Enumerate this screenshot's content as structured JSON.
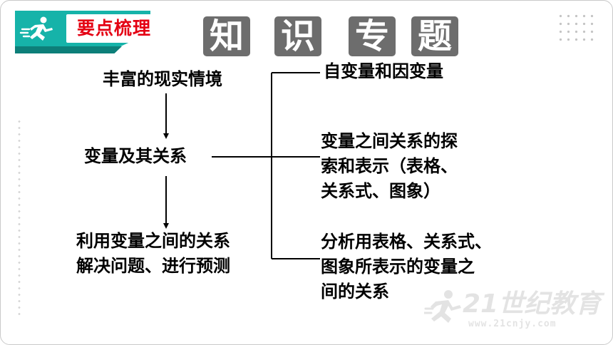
{
  "header": {
    "tag_label": "要点梳理",
    "tag_icon": "runner-icon",
    "title_chars": [
      "知",
      "识",
      "专",
      "题"
    ]
  },
  "diagram": {
    "left_nodes": {
      "real_situations": "丰富的现实情境",
      "variables_relations": "变量及其关系",
      "solve_line1": "利用变量之间的关系",
      "solve_line2": "解决问题、进行预测"
    },
    "right_nodes": {
      "independent_dependent": "自变量和因变量",
      "explore_line1": "变量之间关系的探",
      "explore_line2": "索和表示（表格、",
      "explore_line3": "关系式、图象）",
      "analyze_line1": "分析用表格、关系式、",
      "analyze_line2": "图象所表示的变量之",
      "analyze_line3": "间的关系"
    }
  },
  "watermark": {
    "brand": "21世纪教育",
    "url": "www.21cnjy.com"
  },
  "colors": {
    "tag_bg": "#16b3a9",
    "tag_shade": "#0d7f79",
    "tag_text": "#e40013",
    "tile_bg": "#6d6d6d"
  }
}
